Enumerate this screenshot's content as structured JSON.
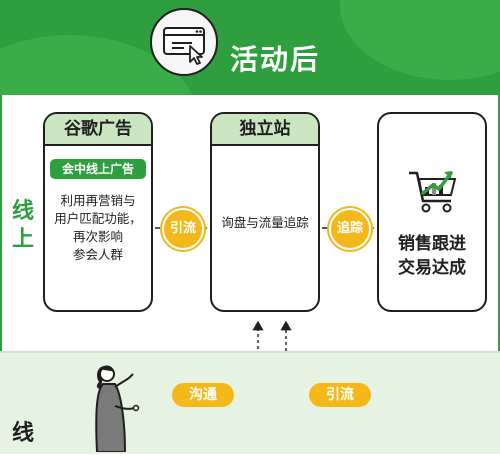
{
  "header": {
    "title": "活动后",
    "icon": "browser-window-cursor-icon"
  },
  "sections": {
    "online_label": "线上",
    "offline_label": "线"
  },
  "cards": {
    "google_ads": {
      "title": "谷歌广告",
      "pill": "会中线上广告",
      "desc_line1": "利用再营销与",
      "desc_line2": "用户匹配功能，",
      "desc_line3": "再次影响",
      "desc_line4": "参会人群"
    },
    "standalone_site": {
      "title": "独立站",
      "desc": "询盘与流量追踪"
    },
    "result": {
      "icon": "shopping-cart-chart-icon",
      "line1": "销售跟进",
      "line2": "交易达成"
    }
  },
  "connectors": {
    "traffic": "引流",
    "track": "追踪",
    "communicate": "沟通",
    "traffic_offline": "引流"
  },
  "colors": {
    "primary_green": "#2e9e3e",
    "light_green": "#c9e6c0",
    "accent_yellow": "#f5b81a",
    "offline_bg": "#e6f2e2"
  }
}
